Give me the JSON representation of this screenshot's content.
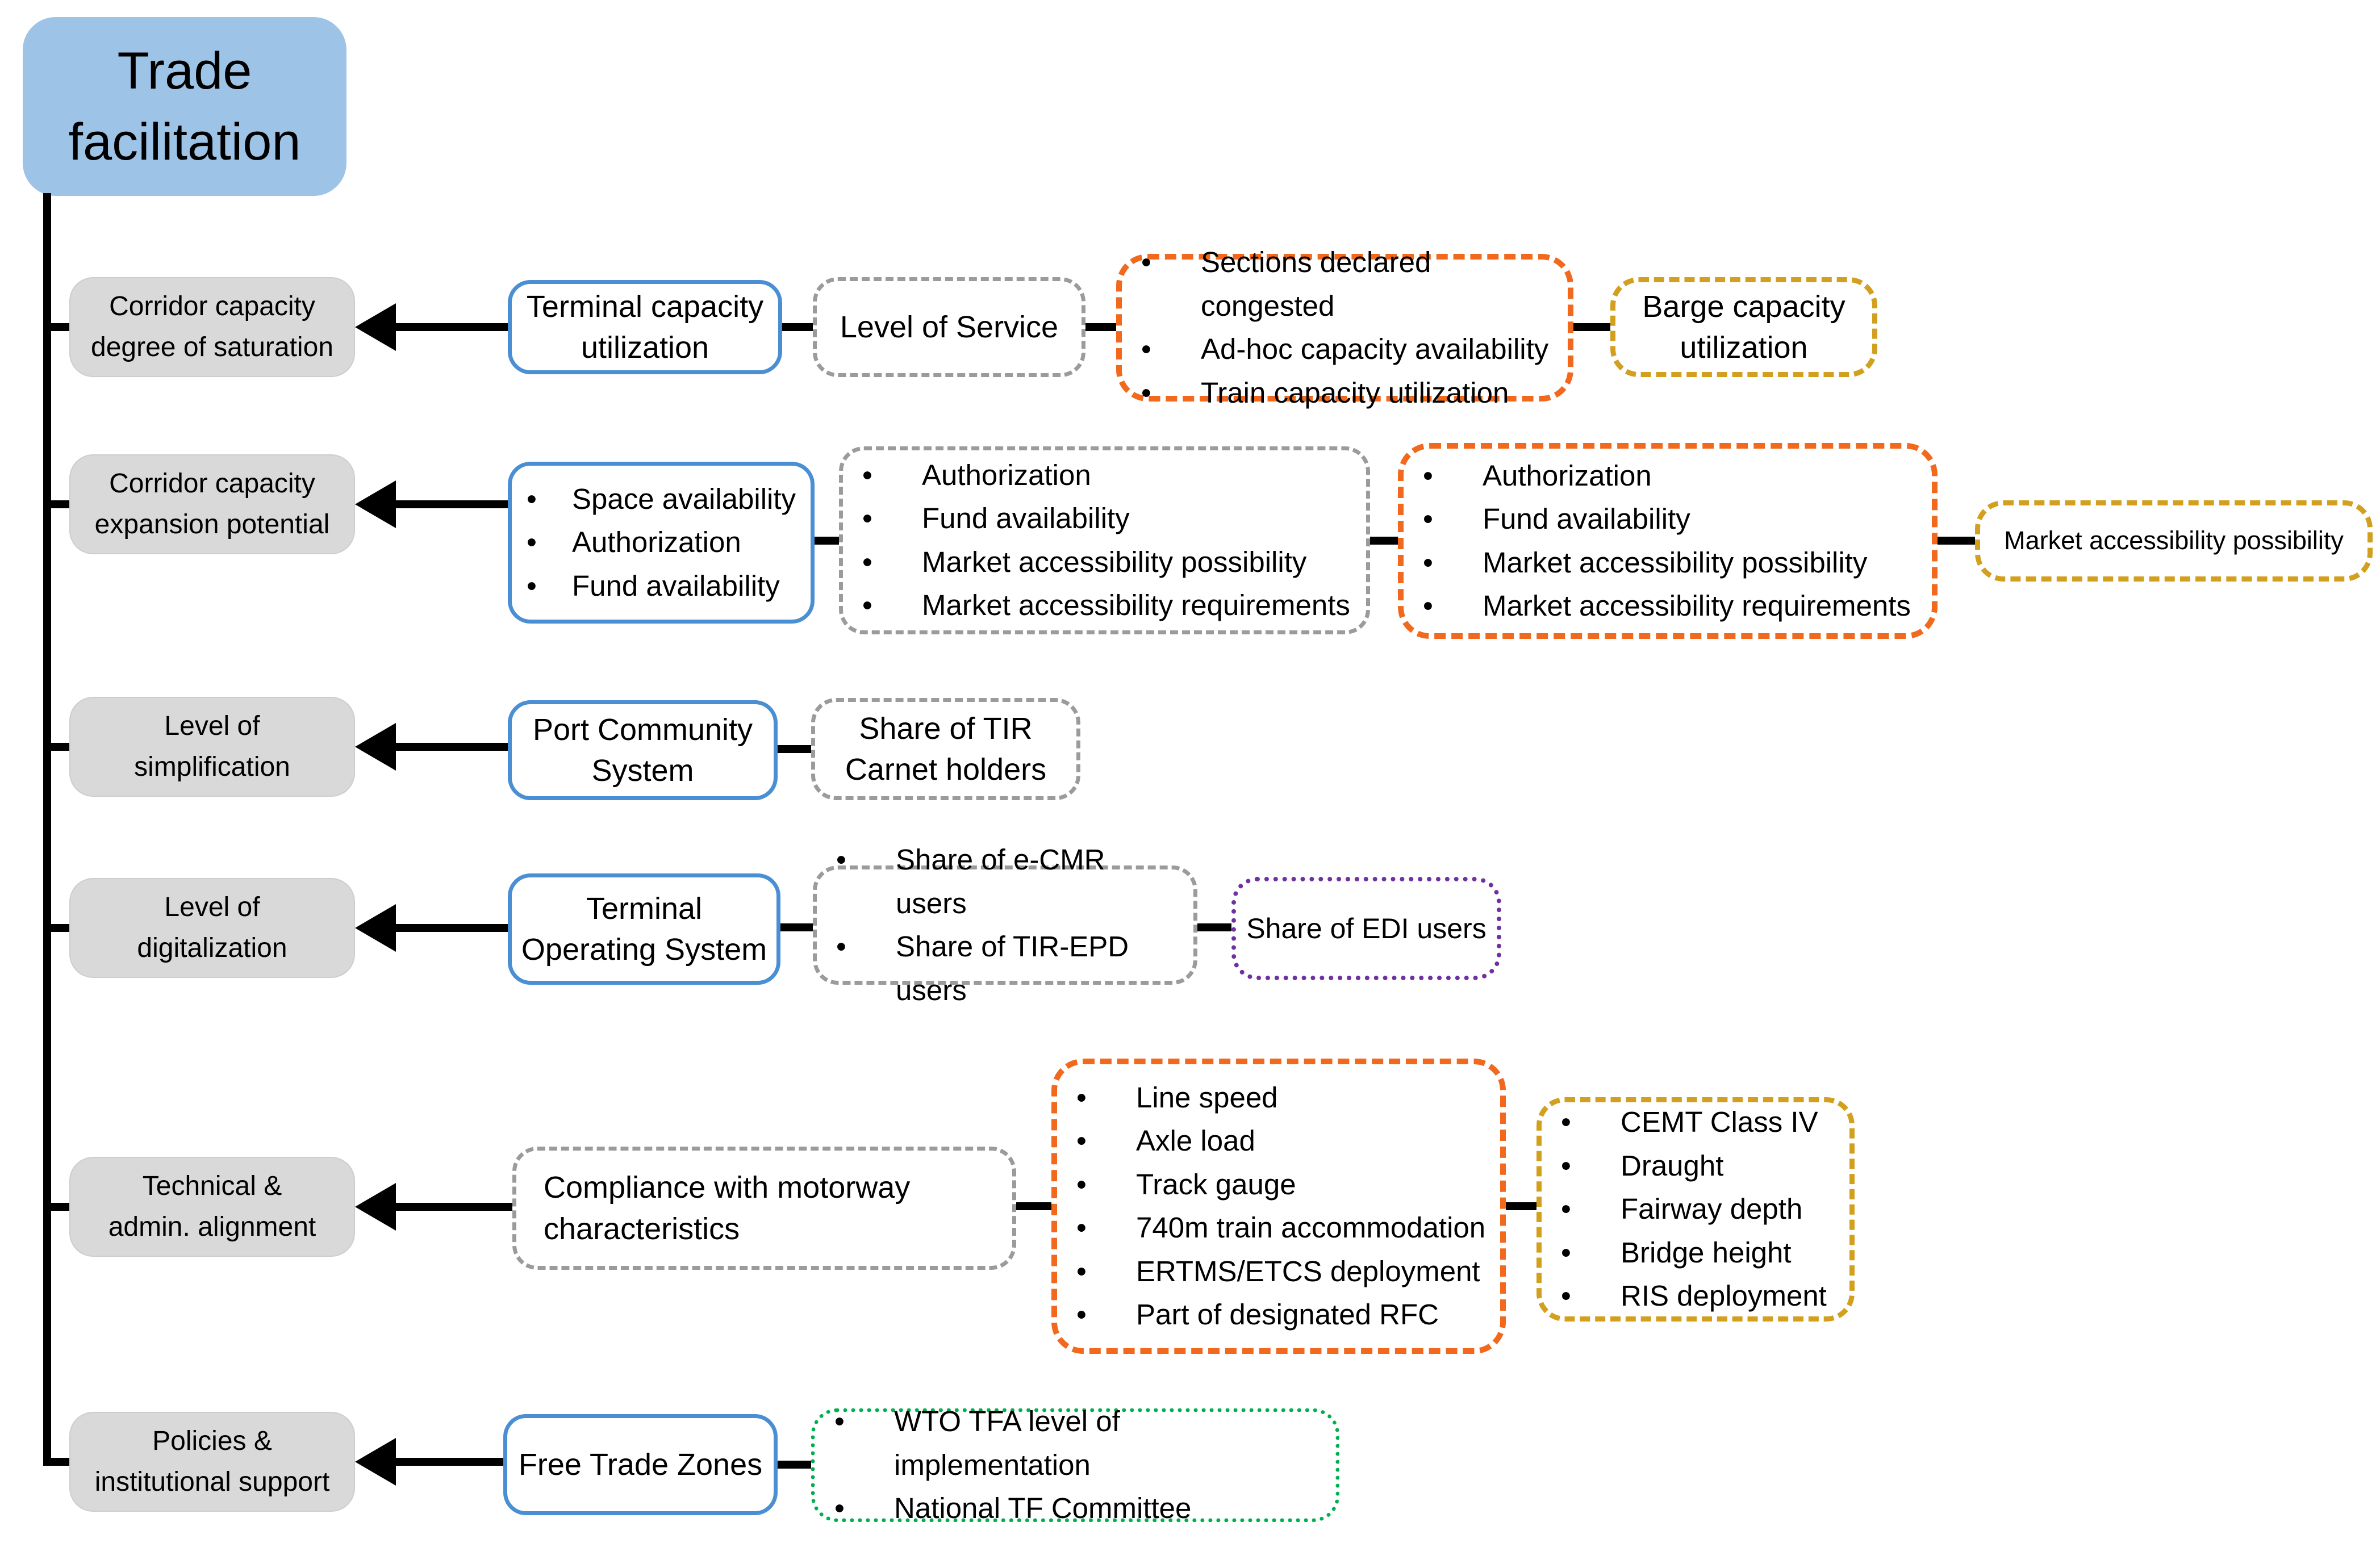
{
  "title": {
    "lines": [
      "Trade",
      "facilitation"
    ]
  },
  "colors": {
    "title_fill": "#9DC3E6",
    "label_fill": "#D9D9D9",
    "blue_border": "#4A8FD3",
    "gray_border": "#9B9B9B",
    "orange_border": "#F2691D",
    "gold_border": "#D2A01E",
    "purple_border": "#7030A0",
    "green_border": "#00B050",
    "line_color": "#000000"
  },
  "rows": [
    {
      "label_lines": [
        "Corridor capacity",
        "degree of saturation"
      ],
      "boxes": [
        {
          "border": "blue-solid",
          "lines": [
            "Terminal capacity",
            "utilization"
          ]
        },
        {
          "border": "gray-dashed",
          "lines": [
            "Level of Service"
          ]
        },
        {
          "border": "orange-dashed",
          "bullets": [
            "Sections declared congested",
            "Ad-hoc capacity availability",
            "Train capacity utilization"
          ]
        },
        {
          "border": "gold-dashed",
          "lines": [
            "Barge capacity",
            "utilization"
          ]
        }
      ]
    },
    {
      "label_lines": [
        "Corridor capacity",
        "expansion potential"
      ],
      "boxes": [
        {
          "border": "blue-solid",
          "bullets": [
            "Space availability",
            "Authorization",
            "Fund availability"
          ]
        },
        {
          "border": "gray-dashed",
          "bullets": [
            "Authorization",
            "Fund availability",
            "Market accessibility possibility",
            "Market accessibility requirements"
          ]
        },
        {
          "border": "orange-dashed",
          "bullets": [
            "Authorization",
            "Fund availability",
            "Market accessibility possibility",
            "Market accessibility requirements"
          ]
        },
        {
          "border": "gold-dashed",
          "lines": [
            "Market accessibility possibility"
          ]
        }
      ]
    },
    {
      "label_lines": [
        "Level of",
        "simplification"
      ],
      "boxes": [
        {
          "border": "blue-solid",
          "lines": [
            "Port Community",
            "System"
          ]
        },
        {
          "border": "gray-dashed",
          "lines": [
            "Share of TIR",
            "Carnet holders"
          ]
        }
      ]
    },
    {
      "label_lines": [
        "Level of",
        "digitalization"
      ],
      "boxes": [
        {
          "border": "blue-solid",
          "lines": [
            "Terminal",
            "Operating System"
          ]
        },
        {
          "border": "gray-dashed",
          "bullets": [
            "Share of e-CMR users",
            "Share of TIR-EPD users"
          ]
        },
        {
          "border": "purple-dotted",
          "lines": [
            "Share of EDI users"
          ]
        }
      ]
    },
    {
      "label_lines": [
        "Technical &",
        "admin. alignment"
      ],
      "boxes": [
        {
          "border": "gray-dashed",
          "lines": [
            "Compliance with motorway",
            "characteristics"
          ]
        },
        {
          "border": "orange-dashed",
          "bullets": [
            "Line speed",
            "Axle load",
            "Track gauge",
            "740m train accommodation",
            "ERTMS/ETCS deployment",
            "Part of designated RFC"
          ]
        },
        {
          "border": "gold-dashed",
          "bullets": [
            "CEMT Class IV",
            "Draught",
            "Fairway depth",
            "Bridge height",
            "RIS deployment"
          ]
        }
      ]
    },
    {
      "label_lines": [
        "Policies &",
        "institutional support"
      ],
      "boxes": [
        {
          "border": "blue-solid",
          "lines": [
            "Free Trade Zones"
          ]
        },
        {
          "border": "green-dotted",
          "bullets": [
            "WTO TFA level of implementation",
            "National TF Committee"
          ]
        }
      ]
    }
  ]
}
